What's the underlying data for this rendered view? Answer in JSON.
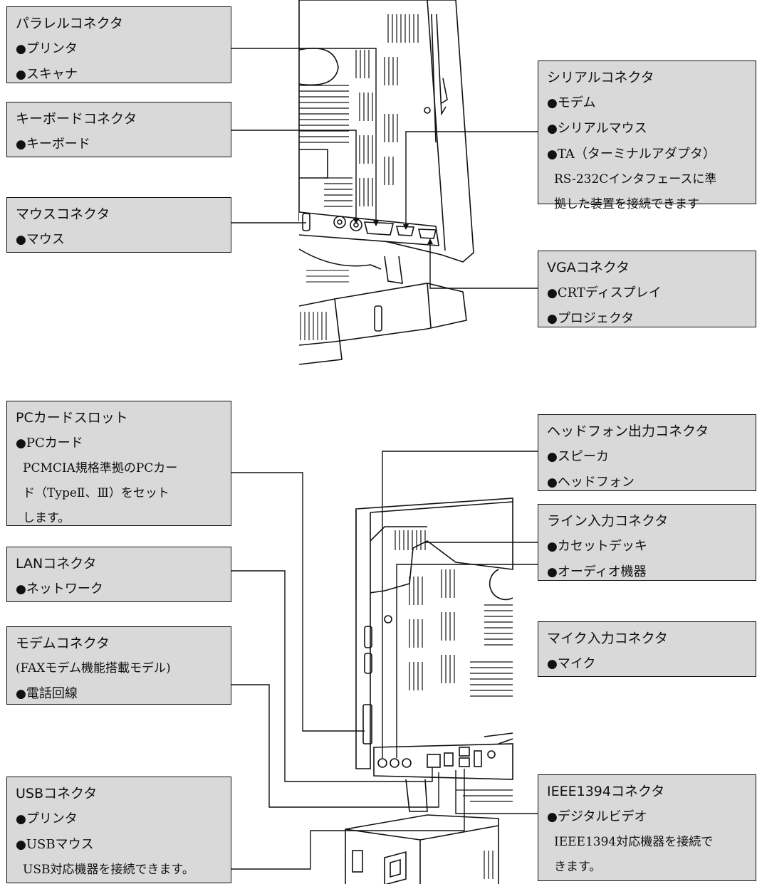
{
  "callouts": {
    "parallel": {
      "title": "パラレルコネクタ",
      "items": [
        "プリンタ",
        "スキャナ"
      ]
    },
    "keyboard": {
      "title": "キーボードコネクタ",
      "items": [
        "キーボード"
      ]
    },
    "mouse": {
      "title": "マウスコネクタ",
      "items": [
        "マウス"
      ]
    },
    "serial": {
      "title": "シリアルコネクタ",
      "items": [
        "モデム",
        "シリアルマウス",
        "TA（ターミナルアダプタ）"
      ],
      "notes": [
        "RS-232Cインタフェースに準",
        "拠した装置を接続できます"
      ]
    },
    "vga": {
      "title": "VGAコネクタ",
      "items": [
        "CRTディスプレイ",
        "プロジェクタ"
      ]
    },
    "pccard": {
      "title": "PCカードスロット",
      "items": [
        "PCカード"
      ],
      "notes": [
        "PCMCIA規格準拠のPCカー",
        "ド（TypeⅡ、Ⅲ）をセット",
        "します。"
      ]
    },
    "lan": {
      "title": "LANコネクタ",
      "items": [
        "ネットワーク"
      ]
    },
    "modem": {
      "title": "モデムコネクタ",
      "subtitle": "(FAXモデム機能搭載モデル)",
      "items": [
        "電話回線"
      ]
    },
    "usb": {
      "title": "USBコネクタ",
      "items": [
        "プリンタ",
        "USBマウス"
      ],
      "notes": [
        "USB対応機器を接続できます。"
      ]
    },
    "headphone": {
      "title": "ヘッドフォン出力コネクタ",
      "items": [
        "スピーカ",
        "ヘッドフォン"
      ]
    },
    "linein": {
      "title": "ライン入力コネクタ",
      "items": [
        "カセットデッキ",
        "オーディオ機器"
      ]
    },
    "mic": {
      "title": "マイク入力コネクタ",
      "items": [
        "マイク"
      ]
    },
    "ieee1394": {
      "title": "IEEE1394コネクタ",
      "items": [
        "デジタルビデオ"
      ],
      "notes": [
        "IEEE1394対応機器を接続で",
        "きます。"
      ]
    }
  }
}
